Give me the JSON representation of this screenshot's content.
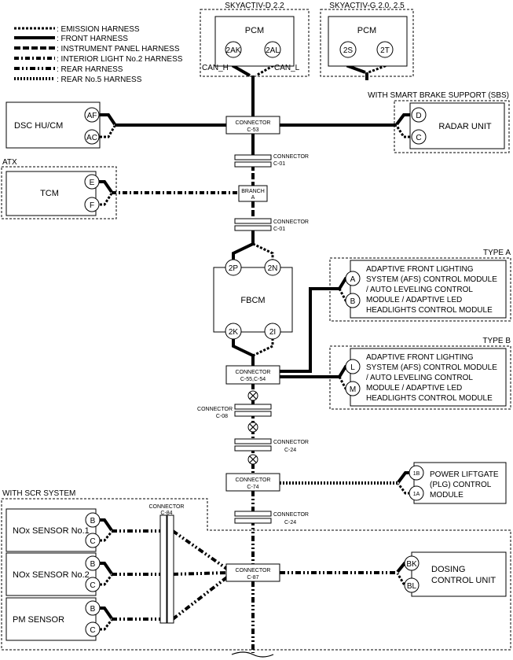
{
  "legend": [
    {
      "key": "emission",
      "label": ": EMISSION HARNESS"
    },
    {
      "key": "front",
      "label": ": FRONT HARNESS"
    },
    {
      "key": "instrument",
      "label": ": INSTRUMENT PANEL HARNESS"
    },
    {
      "key": "interior2",
      "label": ": INTERIOR LIGHT No.2 HARNESS"
    },
    {
      "key": "rear",
      "label": ": REAR HARNESS"
    },
    {
      "key": "rear5",
      "label": ": REAR No.5 HARNESS"
    }
  ],
  "groups": {
    "skyactiv_d": "SKYACTIV-D 2.2",
    "skyactiv_g": "SKYACTIV-G 2.0, 2.5",
    "sbs": "WITH SMART BRAKE SUPPORT (SBS)",
    "atx": "ATX",
    "type_a": "TYPE A",
    "type_b": "TYPE B",
    "scr": "WITH SCR SYSTEM"
  },
  "modules": {
    "pcm_d": {
      "name": "PCM",
      "pins": [
        "2AK",
        "2AL"
      ],
      "can_h": "CAN_H",
      "can_l": "CAN_L"
    },
    "pcm_g": {
      "name": "PCM",
      "pins": [
        "2S",
        "2T"
      ]
    },
    "dsc": {
      "name": "DSC HU/CM",
      "pins": [
        "AF",
        "AC"
      ]
    },
    "radar": {
      "name": "RADAR UNIT",
      "pins": [
        "D",
        "C"
      ]
    },
    "tcm": {
      "name": "TCM",
      "pins": [
        "E",
        "F"
      ]
    },
    "fbcm": {
      "name": "FBCM",
      "pins_top": [
        "2P",
        "2N"
      ],
      "pins_bottom": [
        "2K",
        "2I"
      ]
    },
    "afs_a": {
      "lines": [
        "ADAPTIVE FRONT LIGHTING",
        "SYSTEM (AFS) CONTROL MODULE",
        "/ AUTO LEVELING CONTROL",
        "MODULE / ADAPTIVE LED",
        "HEADLIGHTS CONTROL MODULE"
      ],
      "pins": [
        "A",
        "B"
      ]
    },
    "afs_b": {
      "lines": [
        "ADAPTIVE FRONT LIGHTING",
        "SYSTEM (AFS) CONTROL MODULE",
        "/ AUTO LEVELING CONTROL",
        "MODULE / ADAPTIVE LED",
        "HEADLIGHTS CONTROL MODULE"
      ],
      "pins": [
        "L",
        "M"
      ]
    },
    "plg": {
      "lines": [
        "POWER LIFTGATE",
        "(PLG) CONTROL",
        "MODULE"
      ],
      "pins": [
        "1B",
        "1A"
      ]
    },
    "nox1": {
      "name": "NOx SENSOR No.1",
      "pins": [
        "B",
        "C"
      ]
    },
    "nox2": {
      "name": "NOx SENSOR No.2",
      "pins": [
        "B",
        "C"
      ]
    },
    "pm": {
      "name": "PM SENSOR",
      "pins": [
        "B",
        "C"
      ]
    },
    "dosing": {
      "lines": [
        "DOSING",
        "CONTROL UNIT"
      ],
      "pins": [
        "BK",
        "BL"
      ]
    }
  },
  "connectors": {
    "c53": {
      "title": "CONNECTOR",
      "code": "C-53"
    },
    "c01a": {
      "title": "CONNECTOR",
      "code": "C-01"
    },
    "branch_a": {
      "title": "BRANCH",
      "code": "A"
    },
    "c01b": {
      "title": "CONNECTOR",
      "code": "C-01"
    },
    "c55": {
      "title": "CONNECTOR",
      "code": "C-55,C-54"
    },
    "c08": {
      "title": "CONNECTOR",
      "code": "C-08"
    },
    "c24a": {
      "title": "CONNECTOR",
      "code": "C-24"
    },
    "c74": {
      "title": "CONNECTOR",
      "code": "C-74"
    },
    "c24b": {
      "title": "CONNECTOR",
      "code": "C-24"
    },
    "c84": {
      "title": "CONNECTOR",
      "code": "C-84"
    },
    "c87": {
      "title": "CONNECTOR",
      "code": "C-87"
    }
  }
}
